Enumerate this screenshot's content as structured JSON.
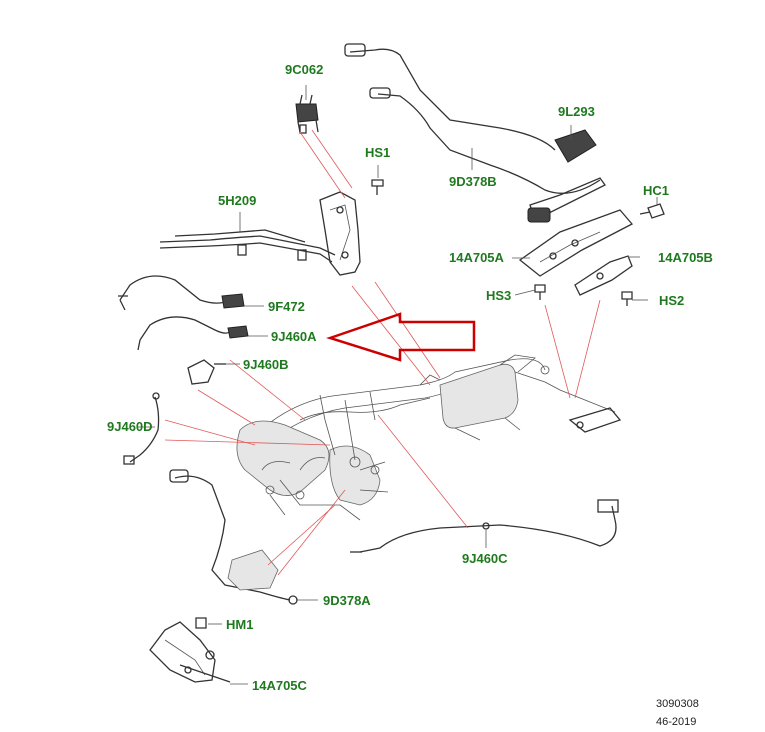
{
  "callouts": [
    {
      "id": "9C062"
    },
    {
      "id": "HS1"
    },
    {
      "id": "9L293"
    },
    {
      "id": "9D378B"
    },
    {
      "id": "HC1"
    },
    {
      "id": "5H209"
    },
    {
      "id": "14A705A"
    },
    {
      "id": "14A705B"
    },
    {
      "id": "HS3"
    },
    {
      "id": "HS2"
    },
    {
      "id": "9F472"
    },
    {
      "id": "9J460A"
    },
    {
      "id": "9J460B"
    },
    {
      "id": "9J460D"
    },
    {
      "id": "9J460C"
    },
    {
      "id": "9D378A"
    },
    {
      "id": "HM1"
    },
    {
      "id": "14A705C"
    }
  ],
  "footer": {
    "drawing_number": "3090308",
    "revision": "46-2019"
  },
  "colors": {
    "label_text": "#1f7a1f",
    "leader_lines": "#e05a5a",
    "highlight_arrow": "#cc0000",
    "line_art": "#333333"
  }
}
